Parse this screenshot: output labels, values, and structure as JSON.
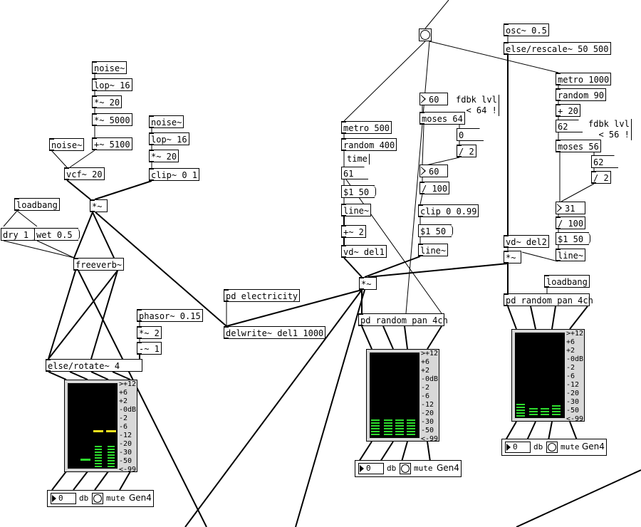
{
  "objects": {
    "noise1": "noise~",
    "lop1": "lop~ 16",
    "mul1": "*~ 20",
    "mul2": "*~ 5000",
    "add1": "+~ 5100",
    "noise2": "noise~",
    "vcf": "vcf~ 20",
    "noise3": "noise~",
    "lop2": "lop~ 16",
    "mul3": "*~ 20",
    "clip1": "clip~ 0 1",
    "mulA": "*~",
    "loadbang1": "loadbang",
    "freeverb": "freeverb~",
    "phasor": "phasor~ 0.15",
    "mul4": "*~ 2",
    "sub1": "-~ 1",
    "rotate": "else/rotate~ 4",
    "pdElectricity": "pd electricity",
    "delwrite": "delwrite~ del1 1000",
    "metro500": "metro 500",
    "random400": "random 400",
    "line1": "line~",
    "add2": "+~ 2",
    "vd1": "vd~ del1",
    "mulB": "*~",
    "moses64": "moses 64",
    "div2a": "/ 2",
    "div100a": "/ 100",
    "clip2": "clip 0 0.99",
    "line2": "line~",
    "pan1": "pd random pan 4ch",
    "osc": "osc~ 0.5",
    "rescale": "else/rescale~ 50 500",
    "metro1000": "metro 1000",
    "random90": "random 90",
    "add20": "+ 20",
    "moses56": "moses 56",
    "div2b": "/ 2",
    "div100b": "/ 100",
    "vd2": "vd~ del2",
    "mulC": "*~",
    "line3": "line~",
    "loadbang2": "loadbang",
    "pan2": "pd random pan 4ch"
  },
  "messages": {
    "dry": "dry 1",
    "wet": "wet 0.5",
    "msg1": "$1 50",
    "msg2": "$1 50",
    "msg3": "$1 50"
  },
  "atoms": {
    "a61": "61",
    "a0": "0",
    "a62": "62",
    "a62b": "62"
  },
  "numboxes": {
    "n60a": "60",
    "n60b": "60",
    "n0a": "0",
    "n31": "31"
  },
  "comments": {
    "time": "time",
    "fdbk1": "fdbk lvl\n  < 64 !",
    "fdbk2": "fdbk lvl\n  < 56 !"
  },
  "vu_scale": [
    ">+12",
    "+6",
    "+2",
    "-0dB",
    "-2",
    "-6",
    "-12",
    "-20",
    "-30",
    "-50",
    "<-99"
  ],
  "gen4": {
    "db_value": "0",
    "db_label": "db",
    "mute_label": "mute",
    "title": "Gen4"
  },
  "colors": {
    "meter_green": "#2ddc2d",
    "meter_yellow": "#f2e21e",
    "screen": "#000000",
    "meter_bg": "#d8d8d8"
  }
}
